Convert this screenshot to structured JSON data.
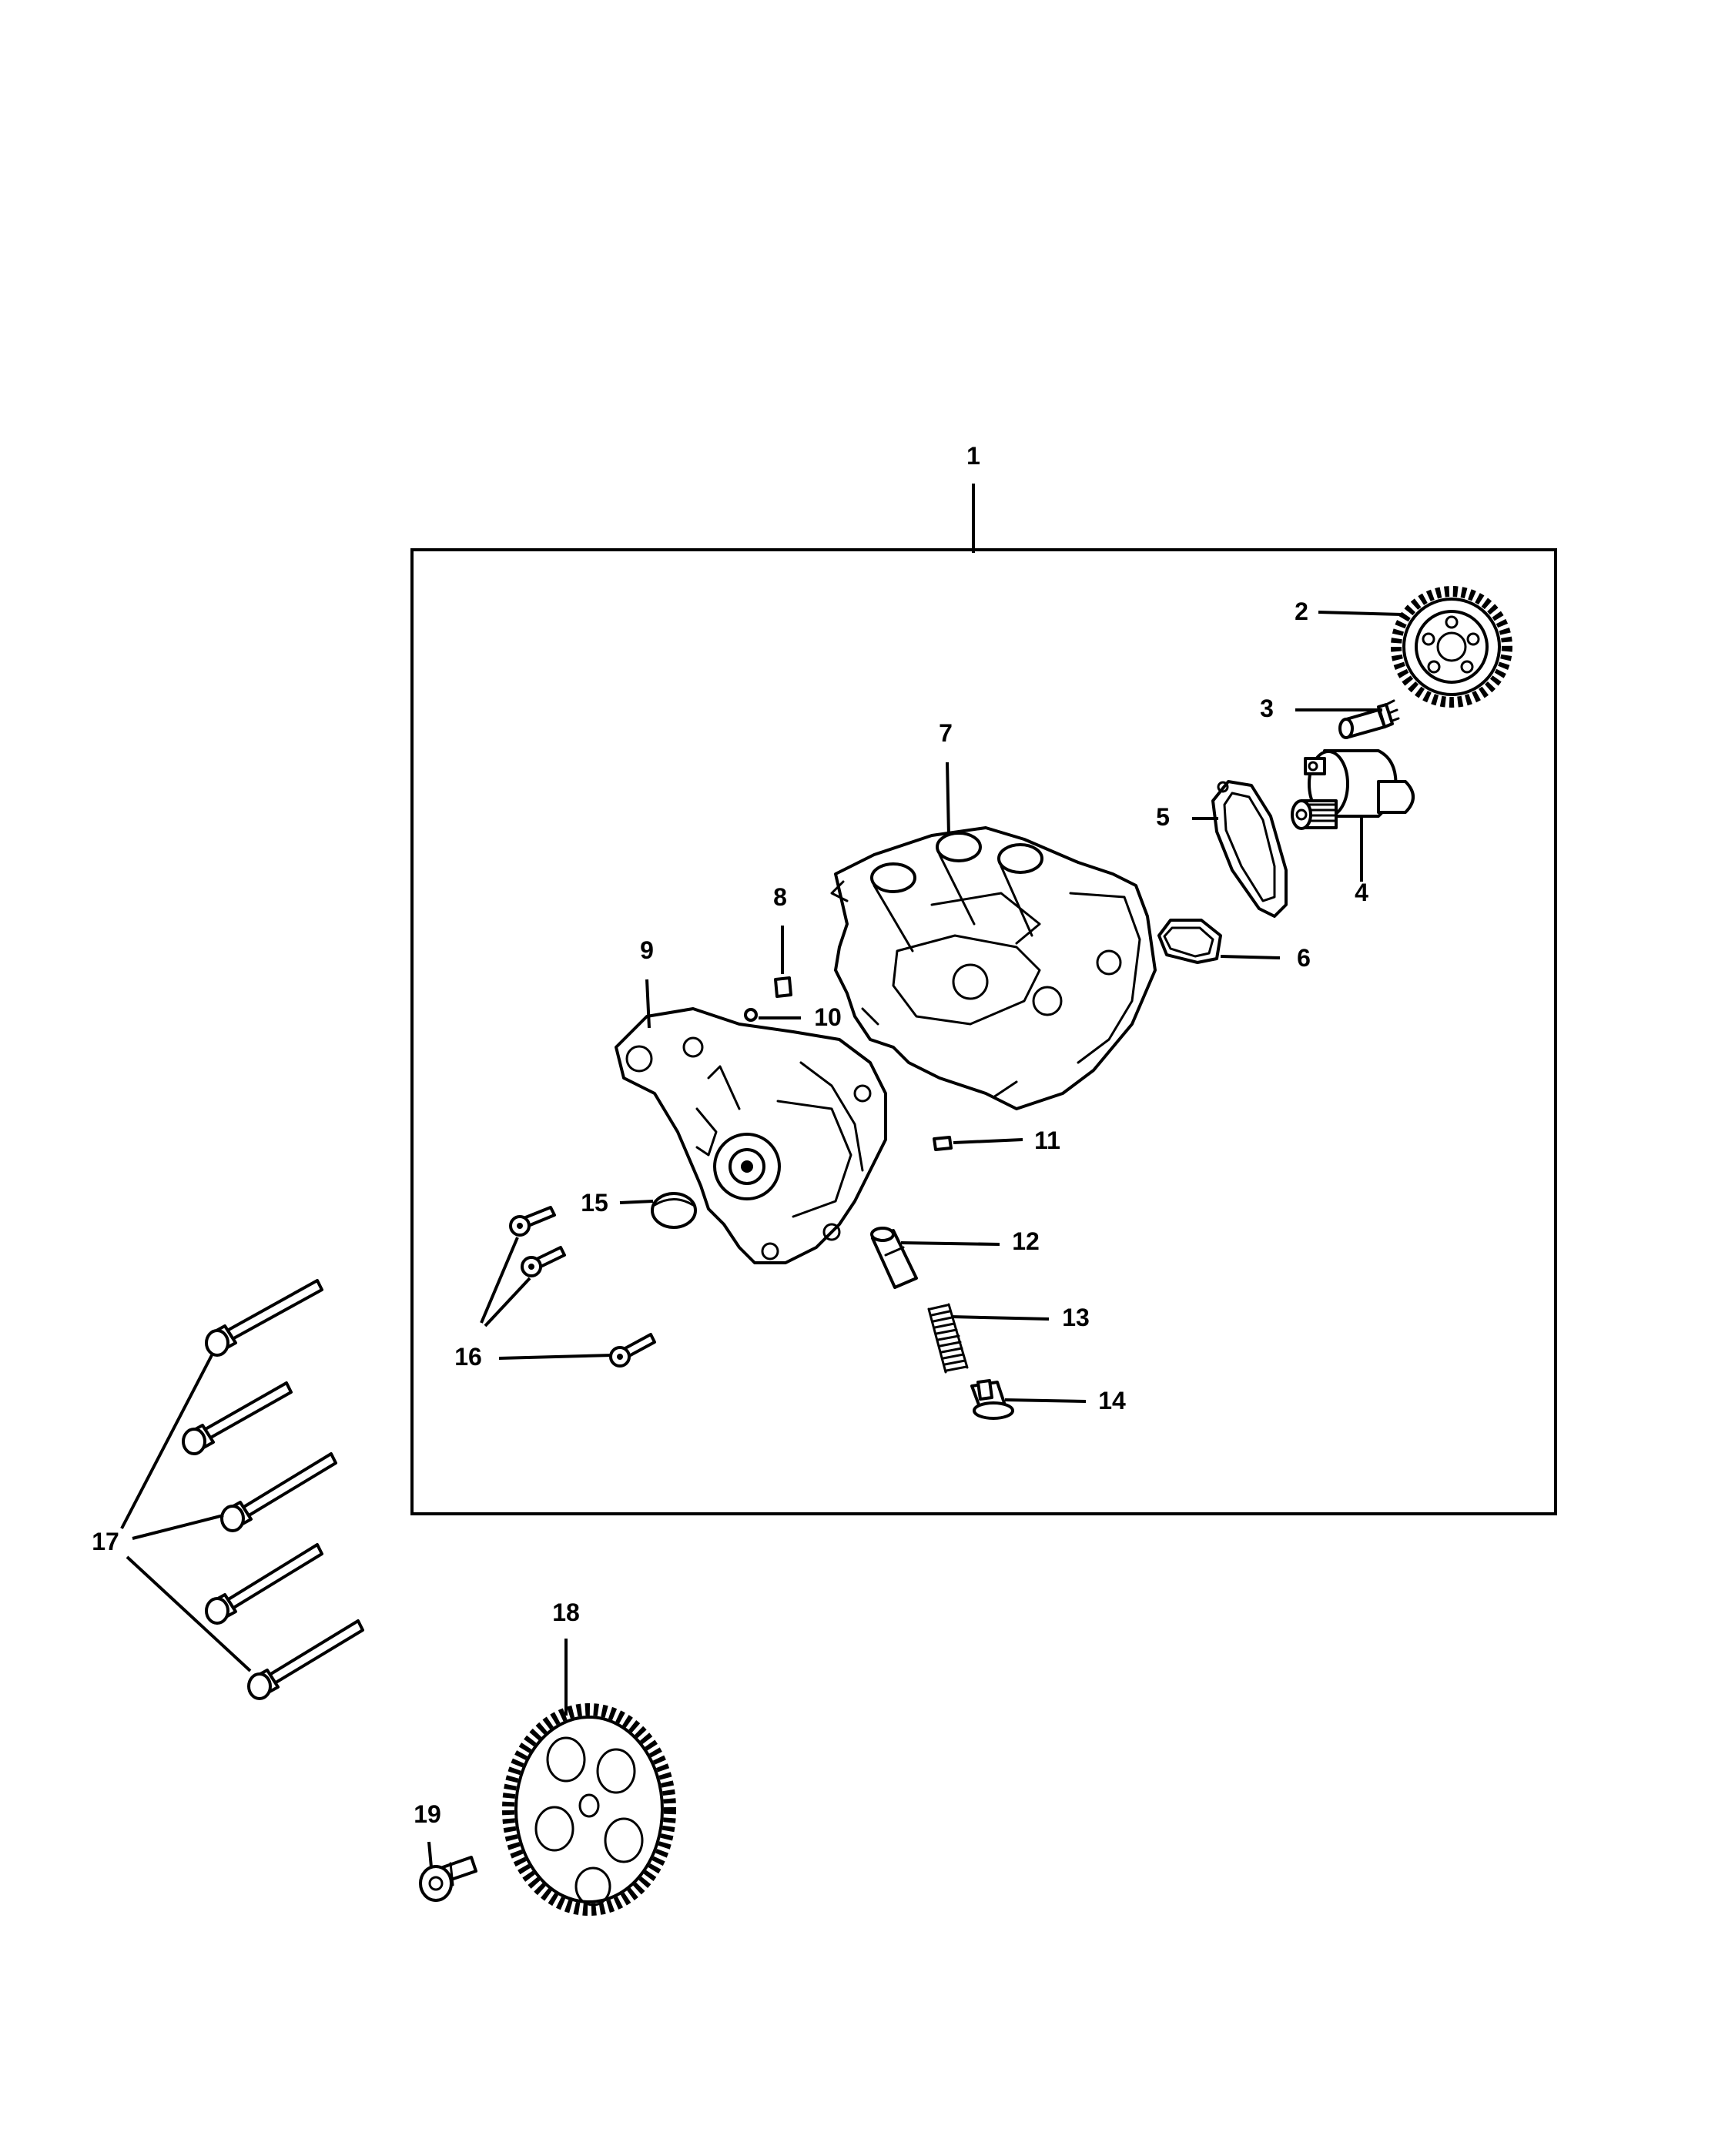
{
  "callouts": {
    "c1": "1",
    "c2": "2",
    "c3": "3",
    "c4": "4",
    "c5": "5",
    "c6": "6",
    "c7": "7",
    "c8": "8",
    "c9": "9",
    "c10": "10",
    "c11": "11",
    "c12": "12",
    "c13": "13",
    "c14": "14",
    "c15": "15",
    "c16": "16",
    "c17": "17",
    "c18": "18",
    "c19": "19"
  },
  "icons": [
    "drive-gear-icon",
    "bolt-icon",
    "solenoid-icon",
    "gasket-icon",
    "pump-housing-icon",
    "pin-icon",
    "ball-icon",
    "pump-body-icon",
    "plug-icon",
    "valve-icon",
    "spring-icon",
    "cap-icon",
    "sprocket-icon"
  ],
  "colors": {
    "line": "#000000",
    "background": "#ffffff"
  }
}
